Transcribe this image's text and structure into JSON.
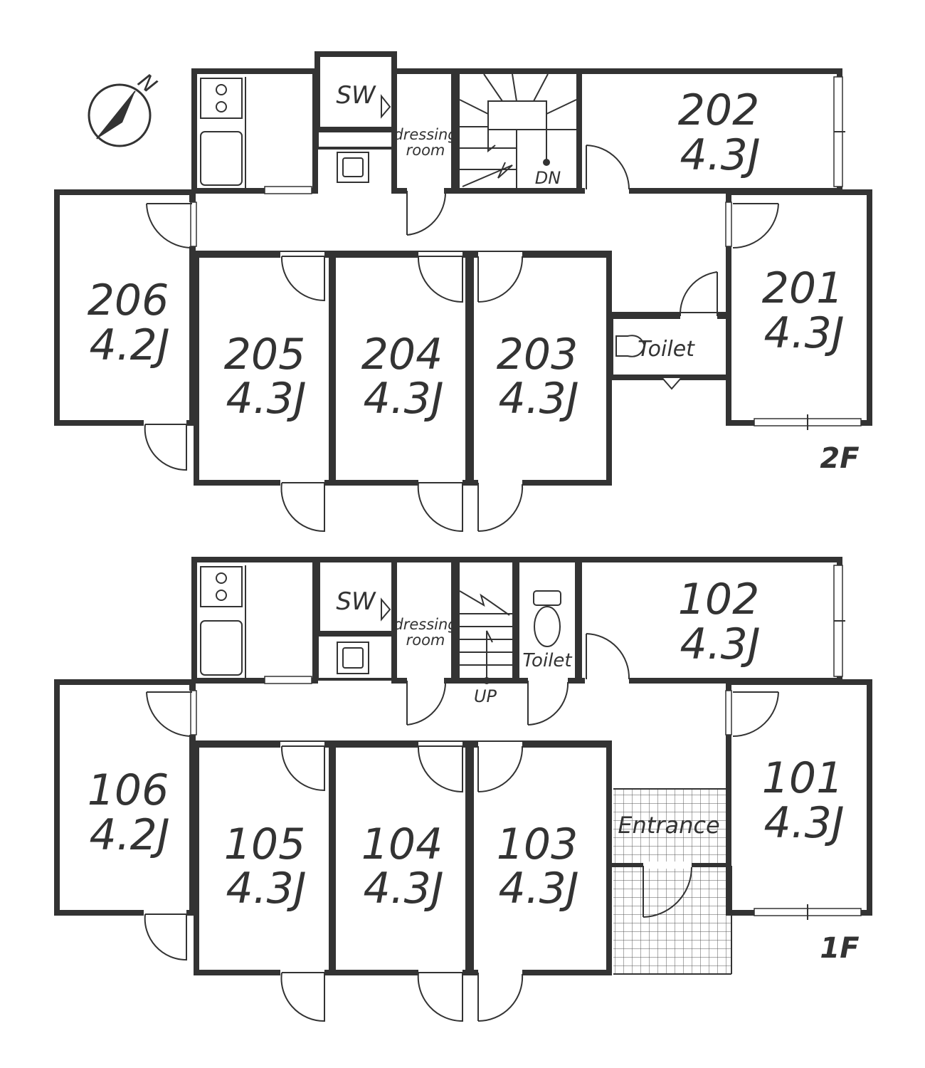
{
  "compass": {
    "north_label": "N"
  },
  "floors": [
    {
      "id": "2f",
      "label": "2F",
      "rooms": [
        {
          "id": "206",
          "number": "206",
          "size": "4.2J"
        },
        {
          "id": "205",
          "number": "205",
          "size": "4.3J"
        },
        {
          "id": "204",
          "number": "204",
          "size": "4.3J"
        },
        {
          "id": "203",
          "number": "203",
          "size": "4.3J"
        },
        {
          "id": "202",
          "number": "202",
          "size": "4.3J"
        },
        {
          "id": "201",
          "number": "201",
          "size": "4.3J"
        }
      ],
      "facilities": {
        "sw": "SW",
        "dressing_1": "dressing",
        "dressing_2": "room",
        "toilet": "Toilet",
        "stairs": "DN"
      }
    },
    {
      "id": "1f",
      "label": "1F",
      "rooms": [
        {
          "id": "106",
          "number": "106",
          "size": "4.2J"
        },
        {
          "id": "105",
          "number": "105",
          "size": "4.3J"
        },
        {
          "id": "104",
          "number": "104",
          "size": "4.3J"
        },
        {
          "id": "103",
          "number": "103",
          "size": "4.3J"
        },
        {
          "id": "102",
          "number": "102",
          "size": "4.3J"
        },
        {
          "id": "101",
          "number": "101",
          "size": "4.3J"
        }
      ],
      "facilities": {
        "sw": "SW",
        "dressing_1": "dressing",
        "dressing_2": "room",
        "toilet": "Toilet",
        "stairs": "UP",
        "entrance": "Entrance"
      }
    }
  ]
}
